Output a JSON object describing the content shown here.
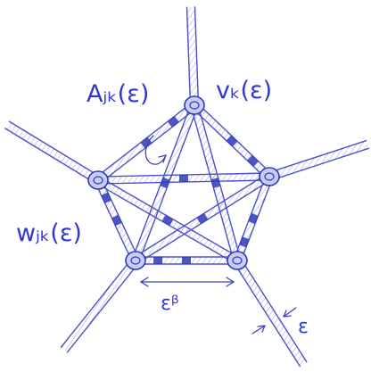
{
  "labels": {
    "a_jk": "Aⱼₖ(ε)",
    "v_k": "vₖ(ε)",
    "w_jk": "wⱼₖ(ε)",
    "eps_beta": "εᵝ",
    "eps": "ε"
  },
  "colors": {
    "ink": "#2f38d0",
    "line": "#4a52c8",
    "fill": "#c9ccf2"
  }
}
